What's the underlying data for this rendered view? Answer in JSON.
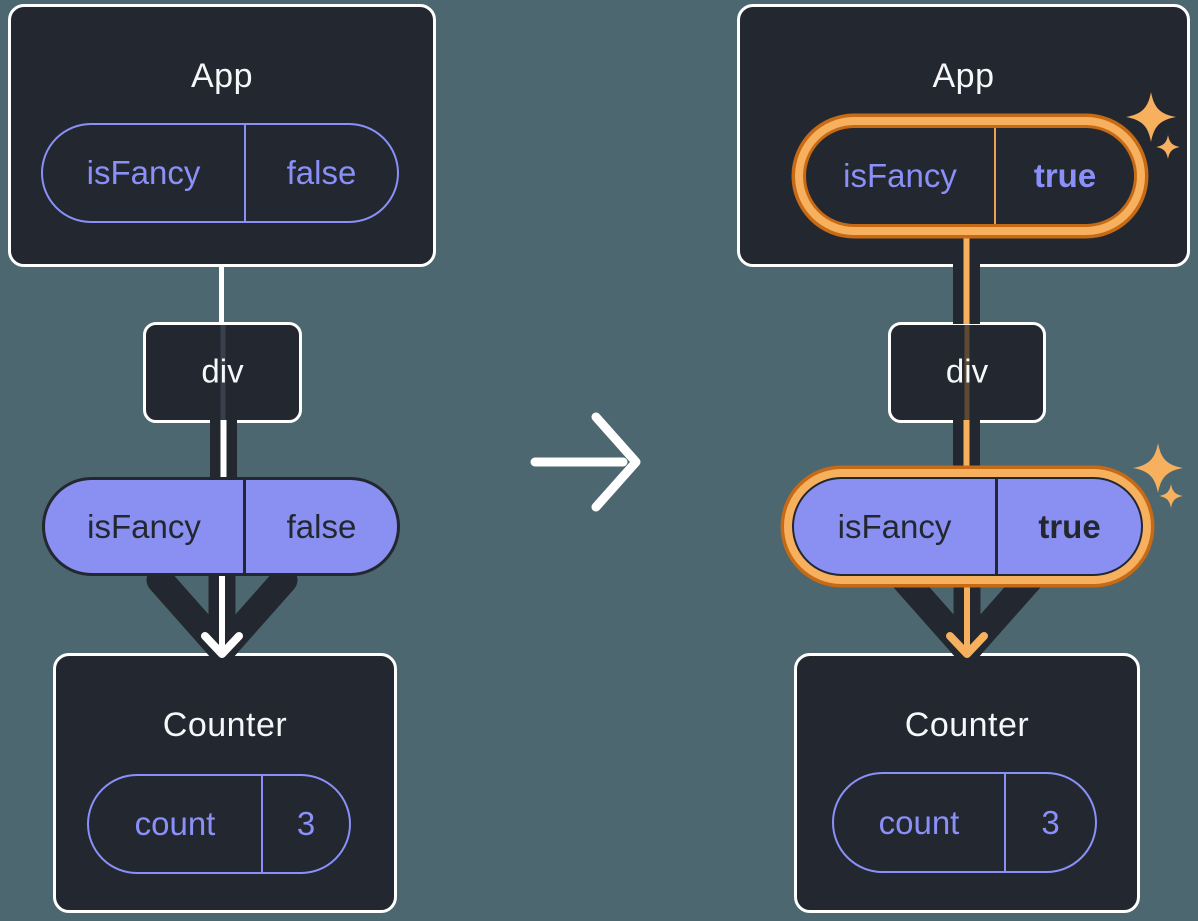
{
  "left": {
    "app": {
      "title": "App",
      "prop": {
        "name": "isFancy",
        "value": "false"
      }
    },
    "div": {
      "label": "div"
    },
    "passed": {
      "name": "isFancy",
      "value": "false"
    },
    "counter": {
      "title": "Counter",
      "state": {
        "name": "count",
        "value": "3"
      }
    }
  },
  "right": {
    "app": {
      "title": "App",
      "prop": {
        "name": "isFancy",
        "value": "true"
      }
    },
    "div": {
      "label": "div"
    },
    "passed": {
      "name": "isFancy",
      "value": "true"
    },
    "counter": {
      "title": "Counter",
      "state": {
        "name": "count",
        "value": "3"
      }
    }
  },
  "icons": {
    "transition_arrow": "right-arrow",
    "sparkle": "four-point-star"
  },
  "colors": {
    "background": "#4C6770",
    "card": "#23272F",
    "card_border": "#FFFFFF",
    "purple": "#8A90F8",
    "purple_fill": "#8A90F2",
    "dark_text": "#23272F",
    "orange_light": "#F6B05E",
    "orange_dark": "#C76A15",
    "white": "#FFFFFF"
  }
}
